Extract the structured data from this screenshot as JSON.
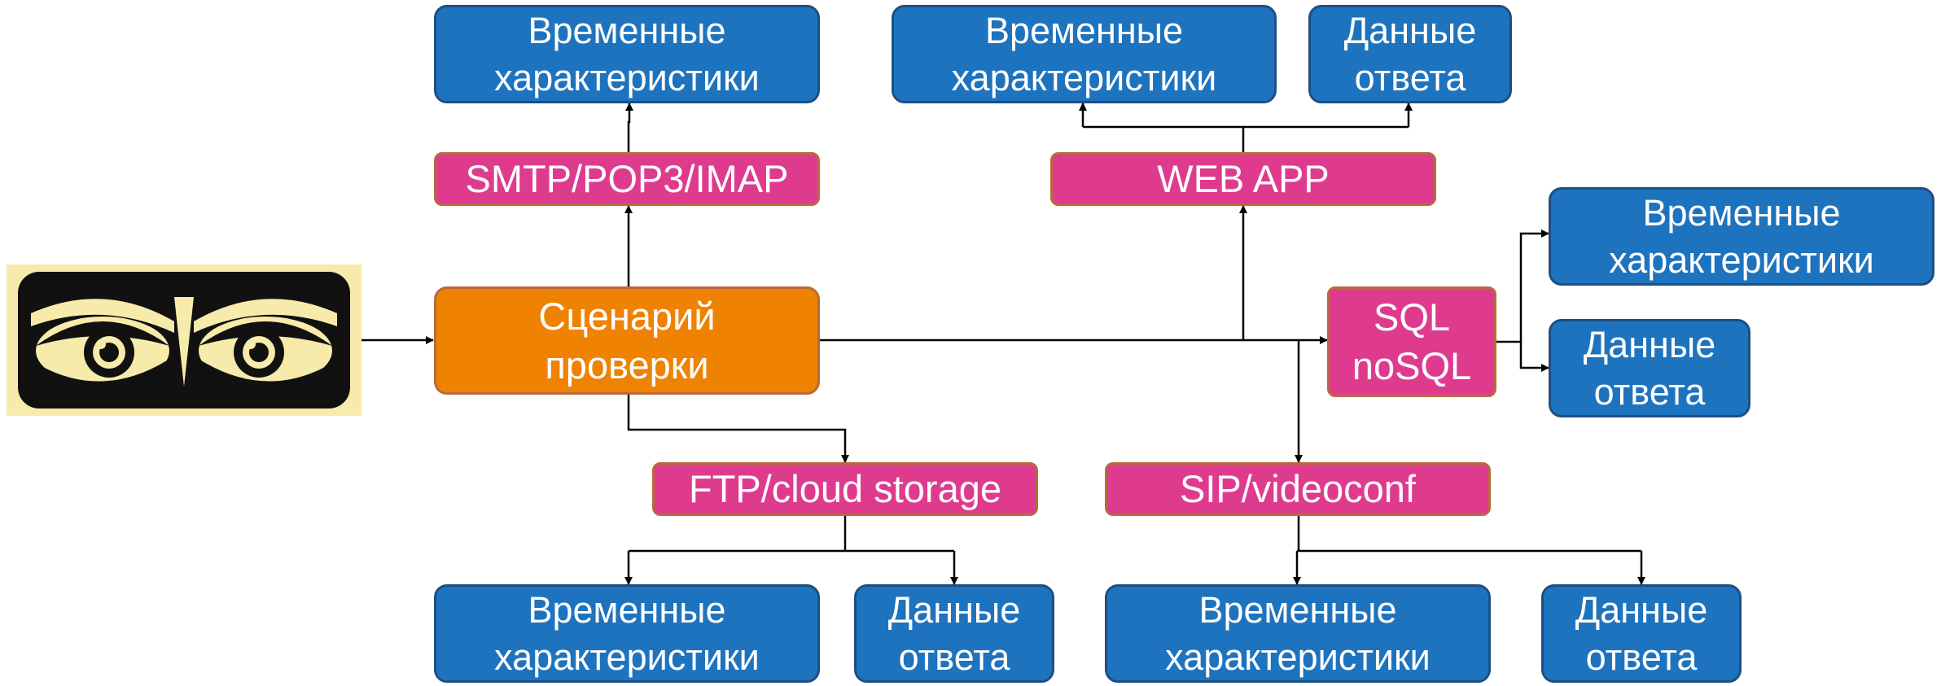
{
  "diagram": {
    "scenario": {
      "line1": "Сценарий",
      "line2": "проверки"
    },
    "protocols": {
      "mail": "SMTP/POP3/IMAP",
      "web": "WEB APP",
      "ftp": "FTP/cloud storage",
      "sip": "SIP/videoconf",
      "db": {
        "line1": "SQL",
        "line2": "noSQL"
      }
    },
    "outputs": {
      "timing": {
        "line1": "Временные",
        "line2": "характеристики"
      },
      "response": {
        "line1": "Данные",
        "line2": "ответа"
      }
    }
  },
  "colors": {
    "scenario": "#ef8200",
    "protocol": "#df3b8e",
    "result": "#1e73be",
    "logo_background": "#f7ebab"
  },
  "icons": {
    "logo": "watching-eyes-icon"
  }
}
